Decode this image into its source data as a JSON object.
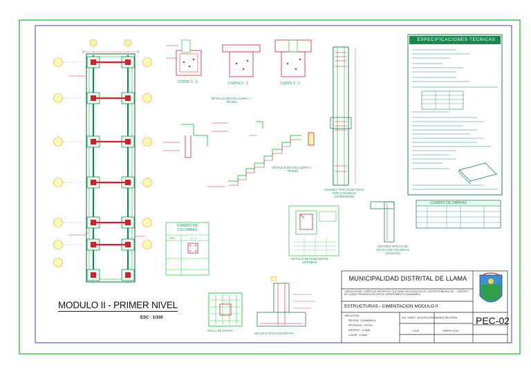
{
  "drawing": {
    "title": "MODULO II - PRIMER NIVEL",
    "scale": "ESC : 1/100",
    "sections": [
      "CORTE 1 - 1",
      "CORTE 2 - 2",
      "CORTE 3 - 3"
    ],
    "stair_detail_1": "DETALLE DE ESCALERA 1 - TRAMO",
    "stair_detail_2": "DETALLE DE ESCALERA 1 - TRAMO",
    "beam_column_joint_1": "UNIONES TIPICAS DE VIGAS CON COLUMNAS (INTERMEDIO)",
    "beam_column_joint_2": "UNIONES TIPICAS DE VIGAS CON COLUMNAS (ESQUINA)",
    "stirrup_detail": "DETALLE DE DOBLADO DE ESTRIBOS",
    "footing_mesh": "MALLA DE ZAPATA",
    "footing_detail": "DETALLE TIPICO DE ZAPATA",
    "column_table": {
      "title": "CUADRO DE COLUMNAS",
      "headers": [
        "TIPO",
        "C - 1"
      ]
    },
    "footing_table": {
      "title": "CUADRO DE ZAPATAS"
    },
    "specs": {
      "title": "ESPECIFICACIONES TECNICAS"
    }
  },
  "title_block": {
    "entity": "MUNICIPALIDAD DISTRITAL DE LLAMA",
    "project": "CREACION DEL COMPLEJO DEPORTIVO CULTURAL MULTIUSOS EN EL CENTRO POBLADO DE ... DISTRITO DE LLAMA, PROVINCIA DE CHOTA, DEPARTAMENTO CAJAMARCA",
    "plan": "ESTRUCTURAS - CIMENTACION MODULO II",
    "location": {
      "heading": "UBICACION:",
      "rows": [
        "REGION : CAJAMARCA",
        "PROVINCIA : CHOTA",
        "DISTRITO : LLAMA",
        "LUGAR : LLAMA"
      ]
    },
    "professional": "ING. HARDY JACKSON FERNANDEZ BECERRA",
    "scale": "1/100",
    "date": "ENERO 2021",
    "sheet": "PEC-02"
  },
  "colors": {
    "frame": "#22c55e",
    "annotation": "#e11d2a",
    "cyan": "#06b6d4",
    "column_yellow": "#fff6b0"
  }
}
